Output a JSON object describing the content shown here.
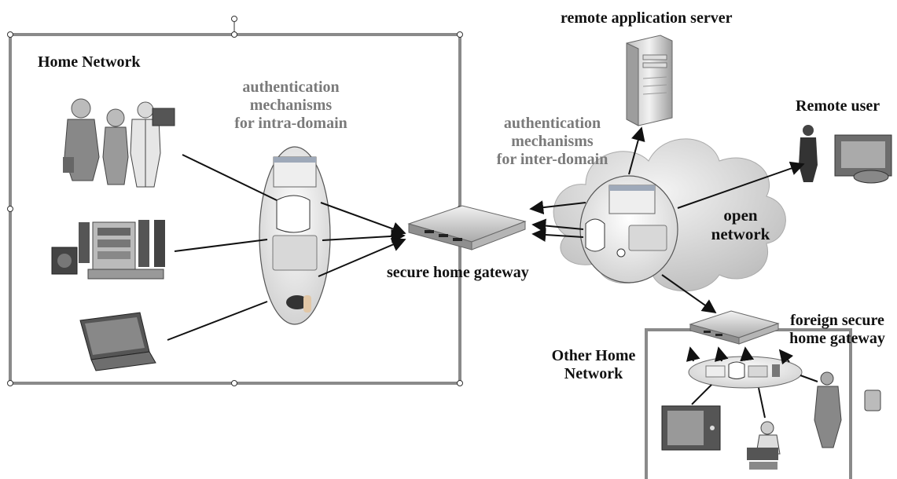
{
  "home_network": {
    "title": "Home Network",
    "auth_intra": [
      "authentication",
      "mechanisms",
      "for intra-domain"
    ]
  },
  "gateway": {
    "label": "secure home gateway"
  },
  "auth_inter": [
    "authentication",
    "mechanisms",
    "for inter-domain"
  ],
  "remote_server": {
    "label": "remote application server"
  },
  "remote_user": {
    "label": "Remote user"
  },
  "open_network": [
    "open",
    "network"
  ],
  "foreign_gateway": [
    "foreign secure",
    "home gateway"
  ],
  "other_network": [
    "Other Home",
    "Network"
  ],
  "colors": {
    "frame": "#8a8a8a",
    "muted_text": "#7a7a7a",
    "cloud": "#d9d9d9"
  }
}
